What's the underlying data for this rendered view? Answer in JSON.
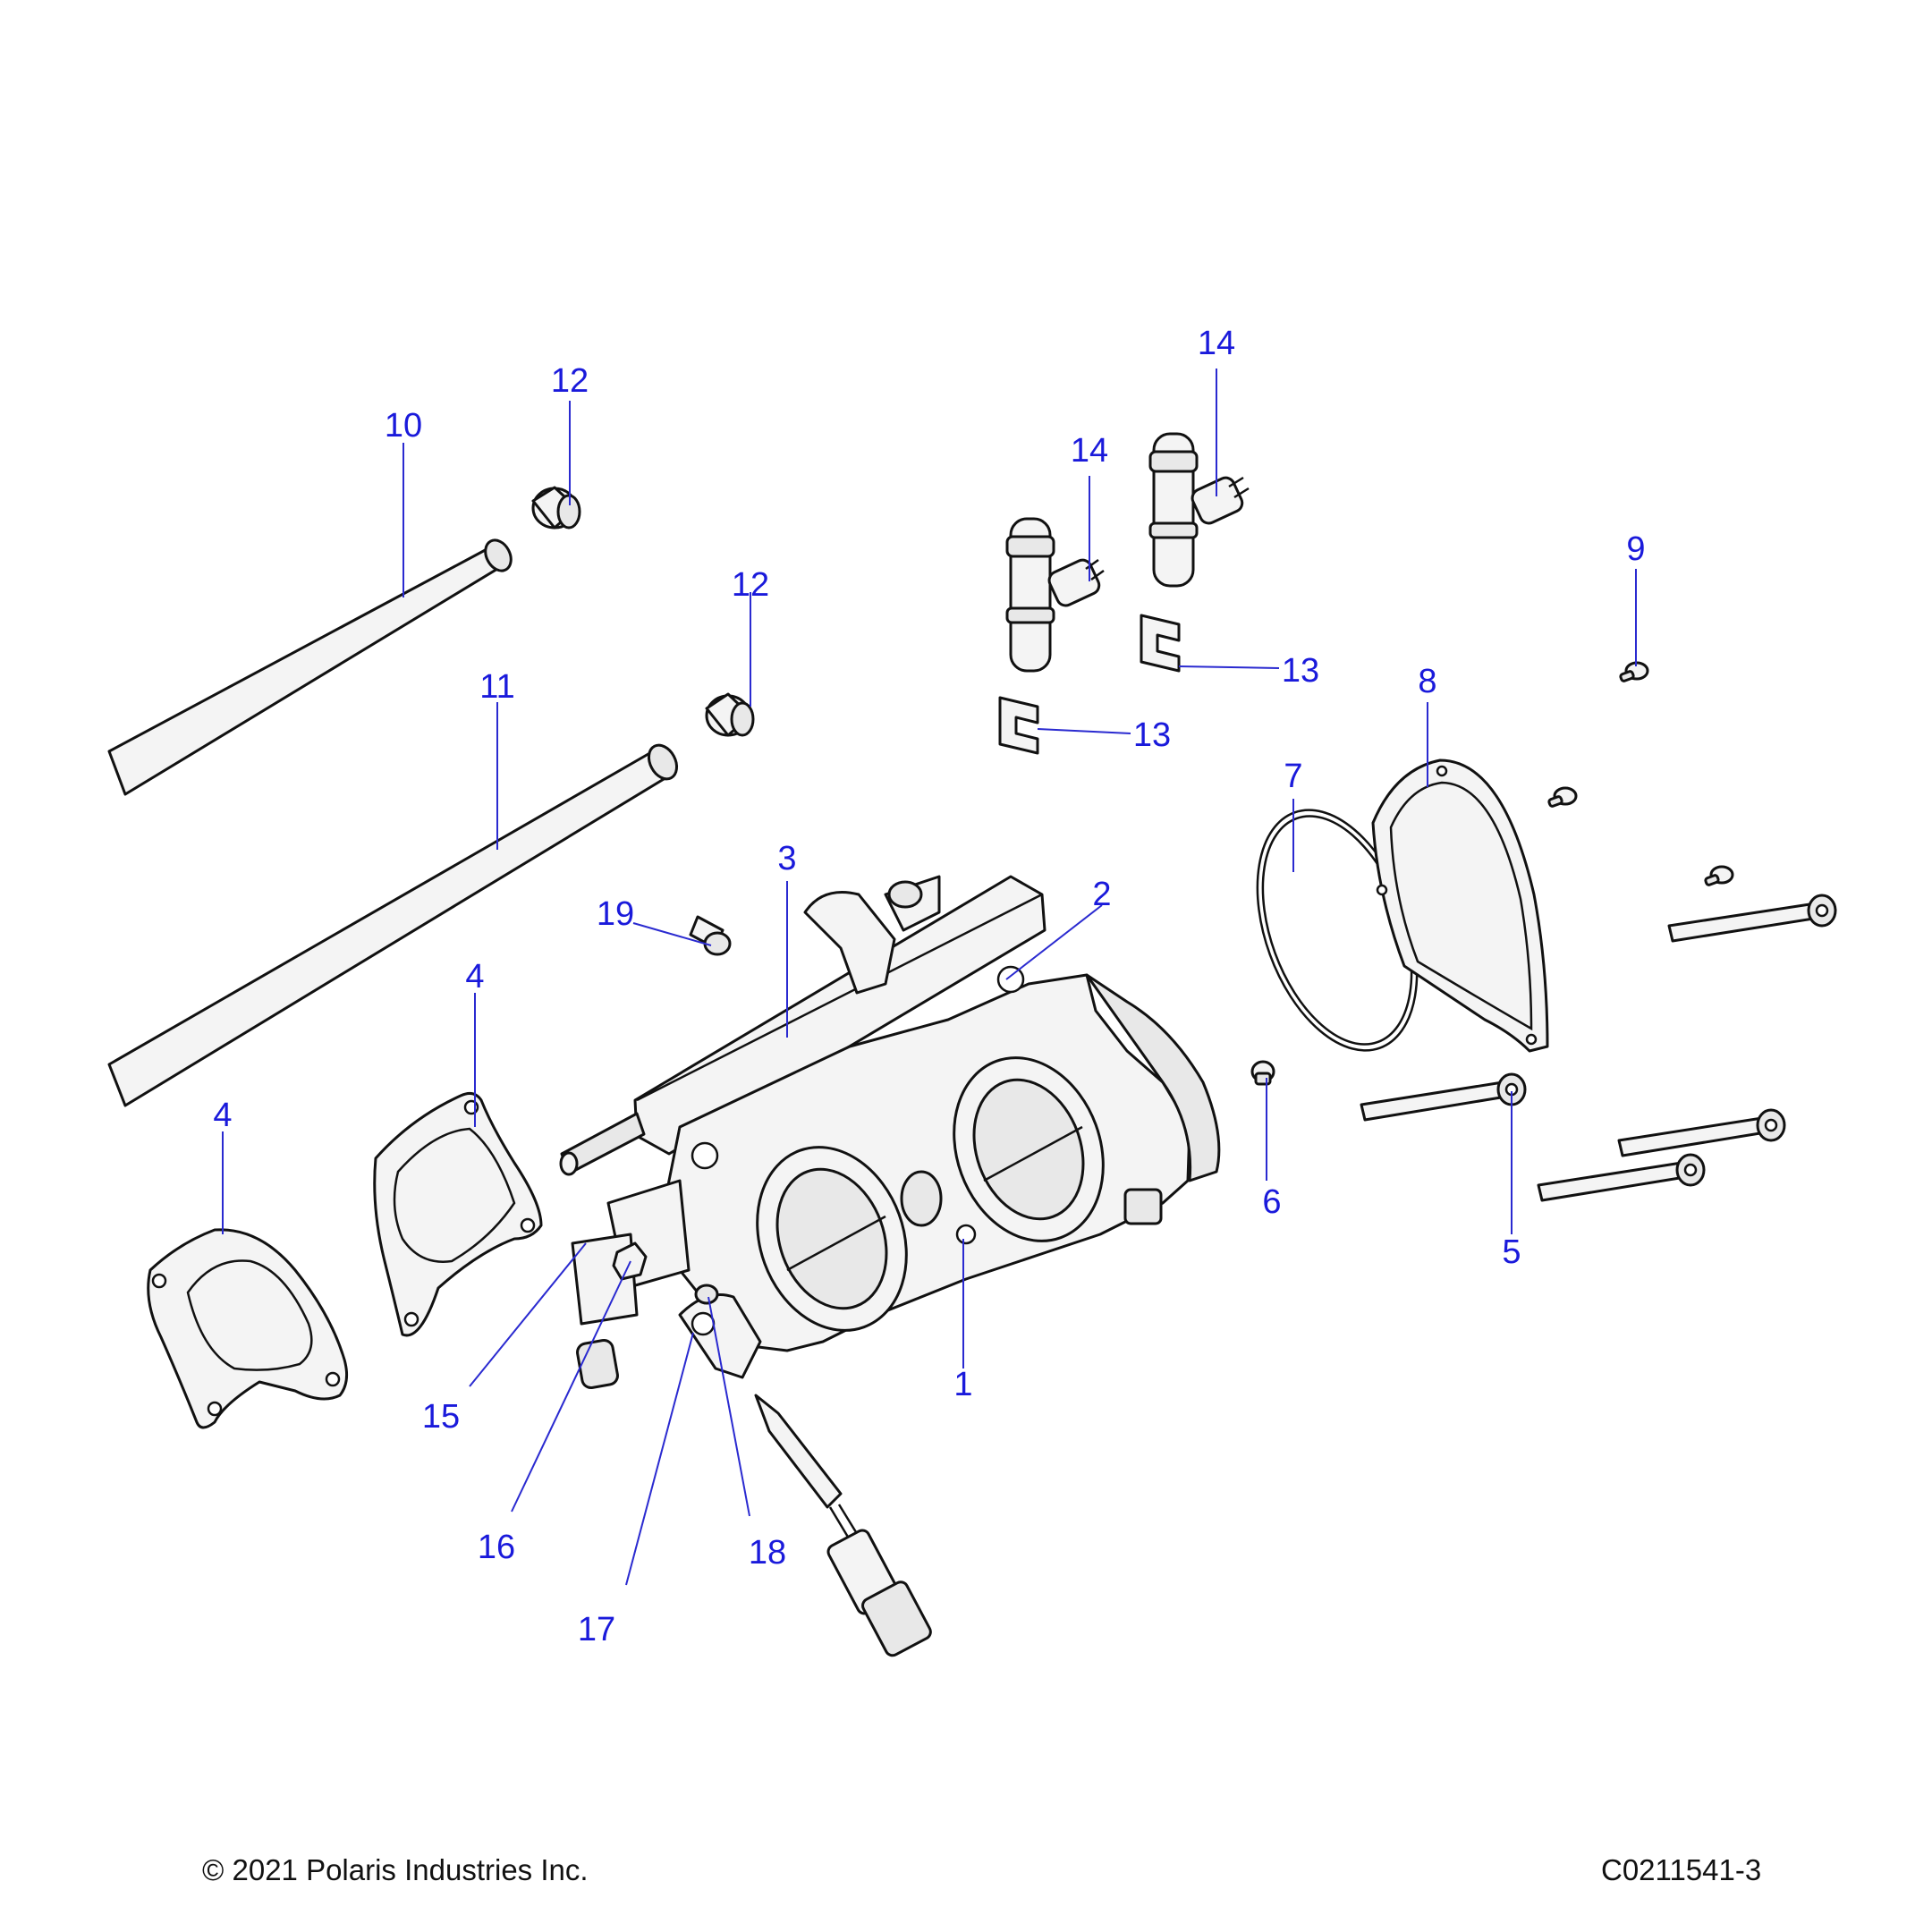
{
  "callouts": [
    "1",
    "2",
    "3",
    "4",
    "4",
    "5",
    "6",
    "7",
    "8",
    "9",
    "10",
    "11",
    "12",
    "12",
    "13",
    "13",
    "14",
    "14",
    "15",
    "16",
    "17",
    "18",
    "19"
  ],
  "footer": {
    "copyright": "© 2021 Polaris Industries Inc.",
    "drawing_id": "C0211541-3"
  },
  "colors": {
    "callout": "#1a1adb",
    "line": "#111111"
  }
}
